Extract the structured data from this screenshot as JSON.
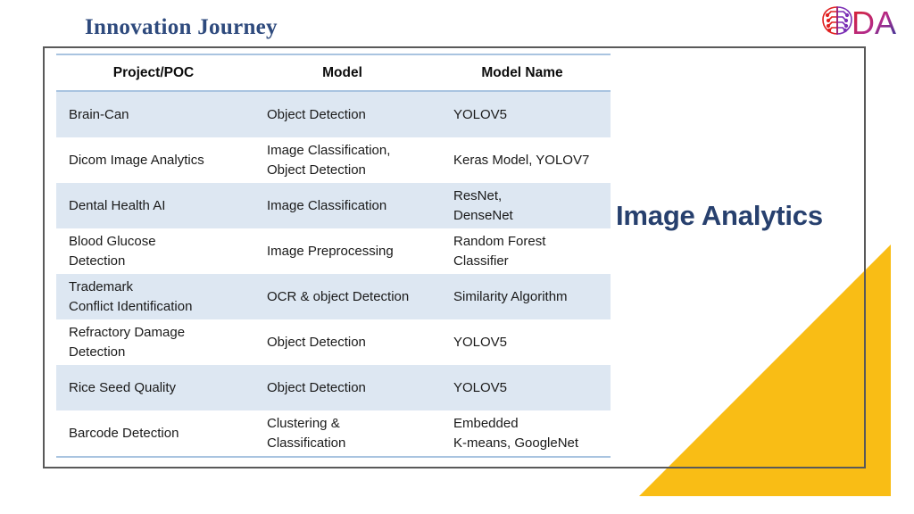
{
  "slide": {
    "title": "Innovation Journey",
    "section_label": "Image Analytics",
    "colors": {
      "title_navy": "#2e4a7d",
      "section_navy": "#27406e",
      "frame_gray": "#595959",
      "row_shade_blue": "#dde7f2",
      "rule_blue": "#a9c4e0",
      "accent_yellow": "#f9bd15",
      "logo_red": "#e02020",
      "logo_purple": "#7b2fb5",
      "logo_blue": "#2b3a9c"
    }
  },
  "logo": {
    "icon": "brain-circuit-icon",
    "text": "DA"
  },
  "table": {
    "columns": [
      "Project/POC",
      "Model",
      "Model Name"
    ],
    "rows": [
      {
        "project": "Brain-Can",
        "model": "Object Detection",
        "model_name": "YOLOV5"
      },
      {
        "project": "Dicom Image Analytics",
        "model": "Image Classification,\nObject Detection",
        "model_name": "Keras Model, YOLOV7"
      },
      {
        "project": "Dental Health AI",
        "model": "Image Classification",
        "model_name": "ResNet,\nDenseNet"
      },
      {
        "project": "Blood Glucose\nDetection",
        "model": "Image Preprocessing",
        "model_name": "Random Forest\nClassifier"
      },
      {
        "project": "Trademark\nConflict Identification",
        "model": "OCR & object Detection",
        "model_name": "Similarity Algorithm"
      },
      {
        "project": "Refractory Damage\nDetection",
        "model": "Object Detection",
        "model_name": "YOLOV5"
      },
      {
        "project": "Rice Seed Quality",
        "model": "Object Detection",
        "model_name": "YOLOV5"
      },
      {
        "project": "Barcode Detection",
        "model": "Clustering &\nClassification",
        "model_name": "Embedded\n K-means, GoogleNet"
      }
    ]
  }
}
